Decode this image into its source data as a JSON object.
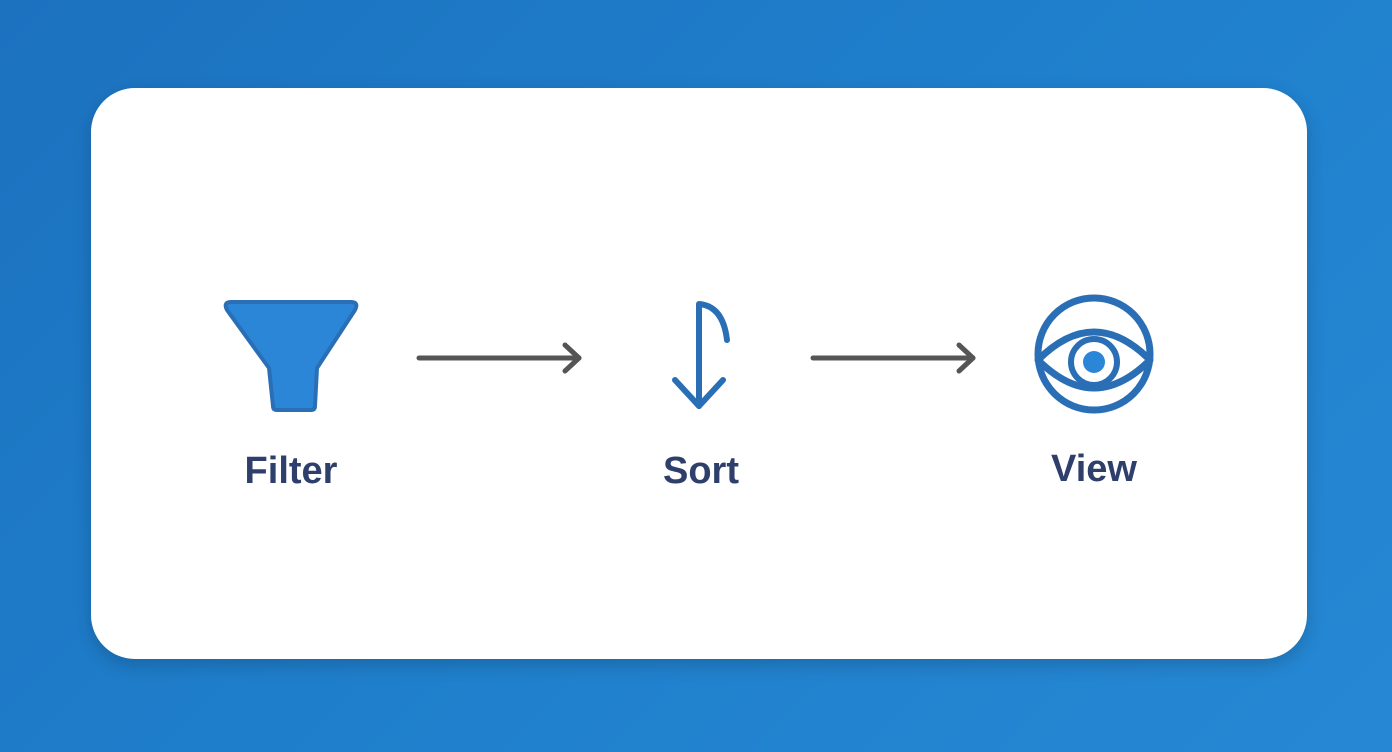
{
  "flow": {
    "steps": [
      {
        "label": "Filter",
        "icon": "filter-funnel-icon"
      },
      {
        "label": "Sort",
        "icon": "sort-arrow-icon"
      },
      {
        "label": "View",
        "icon": "eye-icon"
      }
    ],
    "connectors": [
      "arrow-right-icon",
      "arrow-right-icon"
    ]
  },
  "colors": {
    "background": "#1f7fcc",
    "card": "#ffffff",
    "icon": "#2a6fb5",
    "icon_fill": "#2b86d8",
    "label": "#2f3f6b",
    "arrow": "#555555"
  }
}
